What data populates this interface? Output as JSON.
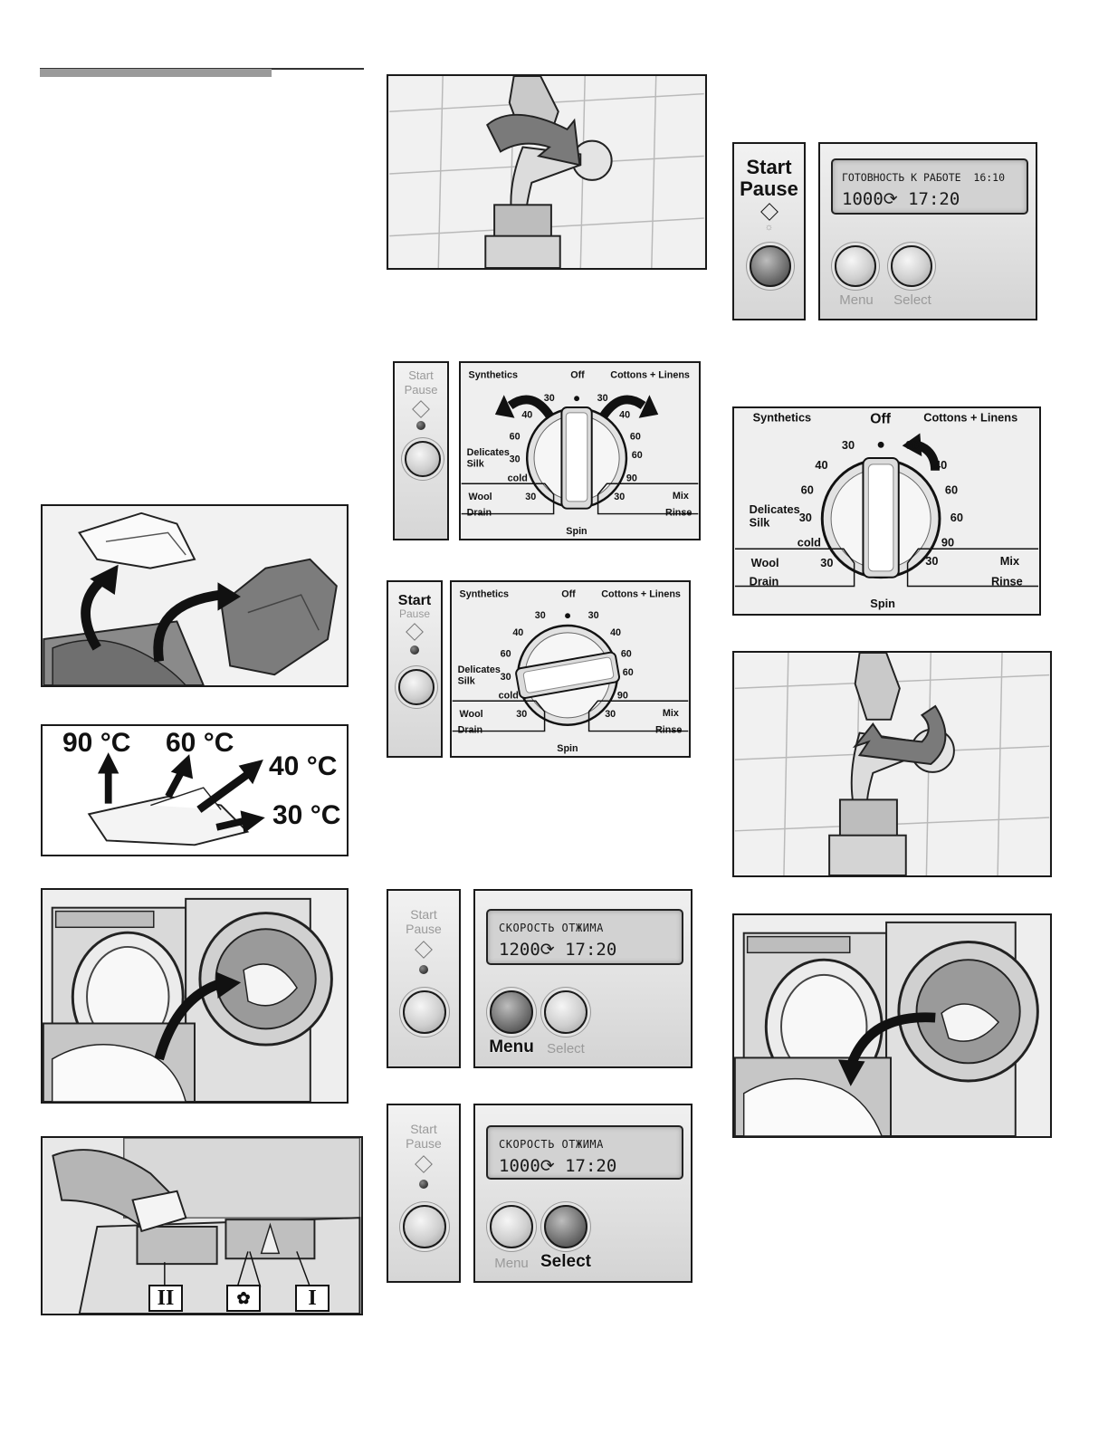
{
  "dial_labels": {
    "synthetics": "Synthetics",
    "off": "Off",
    "cottons_linens": "Cottons + Linens",
    "delicates": "Delicates",
    "silk": "Silk",
    "cold": "cold",
    "wool": "Wool",
    "drain": "Drain",
    "spin": "Spin",
    "mix": "Mix",
    "rinse": "Rinse",
    "t30": "30",
    "t40": "40",
    "t60": "60",
    "t90": "90"
  },
  "start_pause": {
    "start": "Start",
    "pause": "Pause"
  },
  "buttons": {
    "menu": "Menu",
    "select": "Select"
  },
  "displays": {
    "ready": {
      "line1": "ГОТОВНОСТЬ К РАБОТЕ  16:10",
      "line2": "1000⟳ 17:20"
    },
    "spin_1200": {
      "line1": "СКОРОСТЬ ОТЖИМА",
      "line2": "1200⟳ 17:20"
    },
    "spin_1000": {
      "line1": "СКОРОСТЬ ОТЖИМА",
      "line2": "1000⟳ 17:20"
    }
  },
  "temperatures": {
    "t90": "90 °C",
    "t60": "60 °C",
    "t40": "40 °C",
    "t30": "30 °C"
  },
  "dispenser": {
    "compartment_2": "II",
    "compartment_1": "I",
    "softener_icon": "flower-icon"
  },
  "icons": {
    "tap": "water-tap-icon",
    "laundry": "laundry-sort-icon",
    "drum": "washing-drum-icon",
    "arrow": "curved-arrow-icon"
  }
}
